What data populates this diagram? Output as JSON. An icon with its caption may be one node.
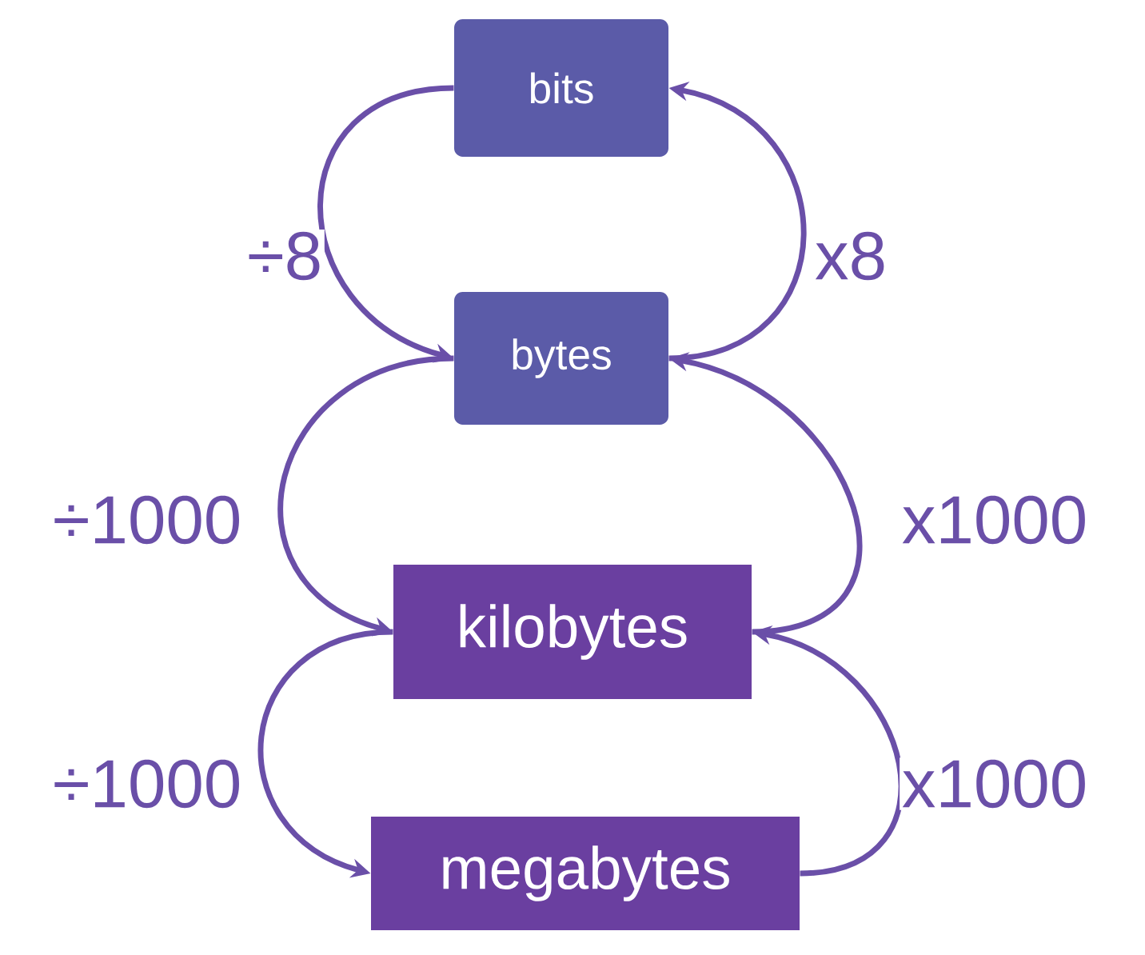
{
  "diagram": {
    "nodes": [
      {
        "text": [
          "bits"
        ]
      },
      {
        "text": [
          "bytes"
        ]
      },
      {
        "text": [
          "kilobytes"
        ]
      },
      {
        "text": [
          "megabytes"
        ]
      }
    ],
    "edges": [
      {
        "from": 0,
        "to": 1,
        "arrow": "to",
        "label": "÷8"
      },
      {
        "from": 1,
        "to": 0,
        "arrow": "to",
        "label": "x8"
      },
      {
        "from": 1,
        "to": 2,
        "arrow": "to",
        "label": "÷1000"
      },
      {
        "from": 2,
        "to": 1,
        "arrow": "to",
        "label": "x1000"
      },
      {
        "from": 2,
        "to": 3,
        "arrow": "to",
        "label": "÷1000"
      },
      {
        "from": 3,
        "to": 2,
        "arrow": "to",
        "label": "x1000"
      }
    ]
  }
}
